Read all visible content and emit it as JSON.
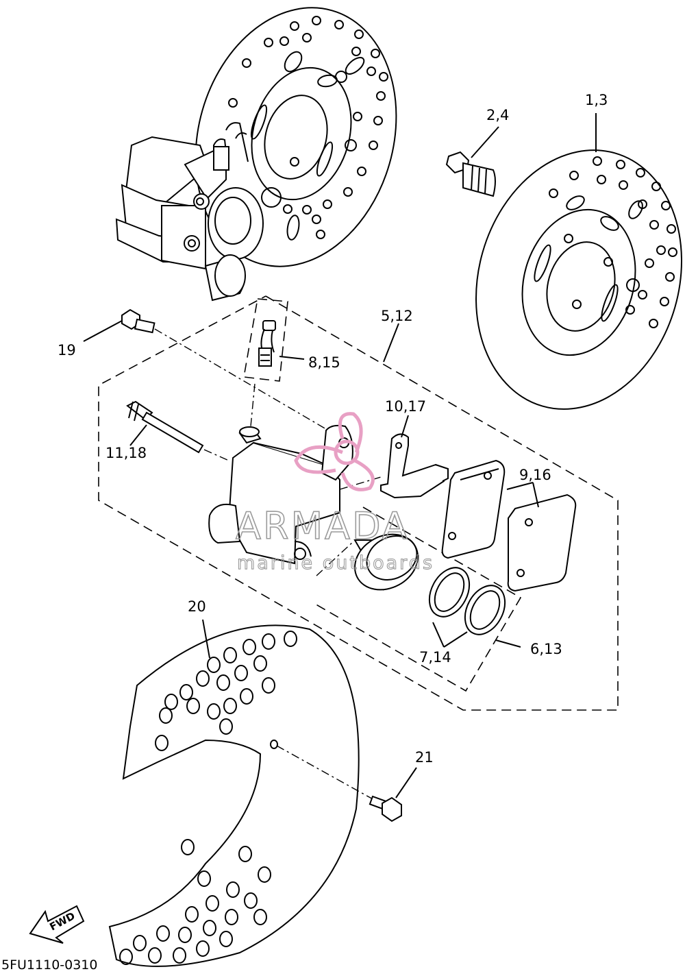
{
  "diagram_code": "5FU1110-0310",
  "direction_label": "FWD",
  "watermark": {
    "brand": "ARMADA",
    "tagline": "marine outboards",
    "color": "#e8a0c4"
  },
  "callouts": {
    "c1": "1,3",
    "c2": "2,4",
    "c3": "5,12",
    "c4": "19",
    "c5": "8,15",
    "c6": "10,17",
    "c7": "11,18",
    "c8": "9,16",
    "c9": "20",
    "c10": "7,14",
    "c11": "6,13",
    "c12": "21"
  }
}
